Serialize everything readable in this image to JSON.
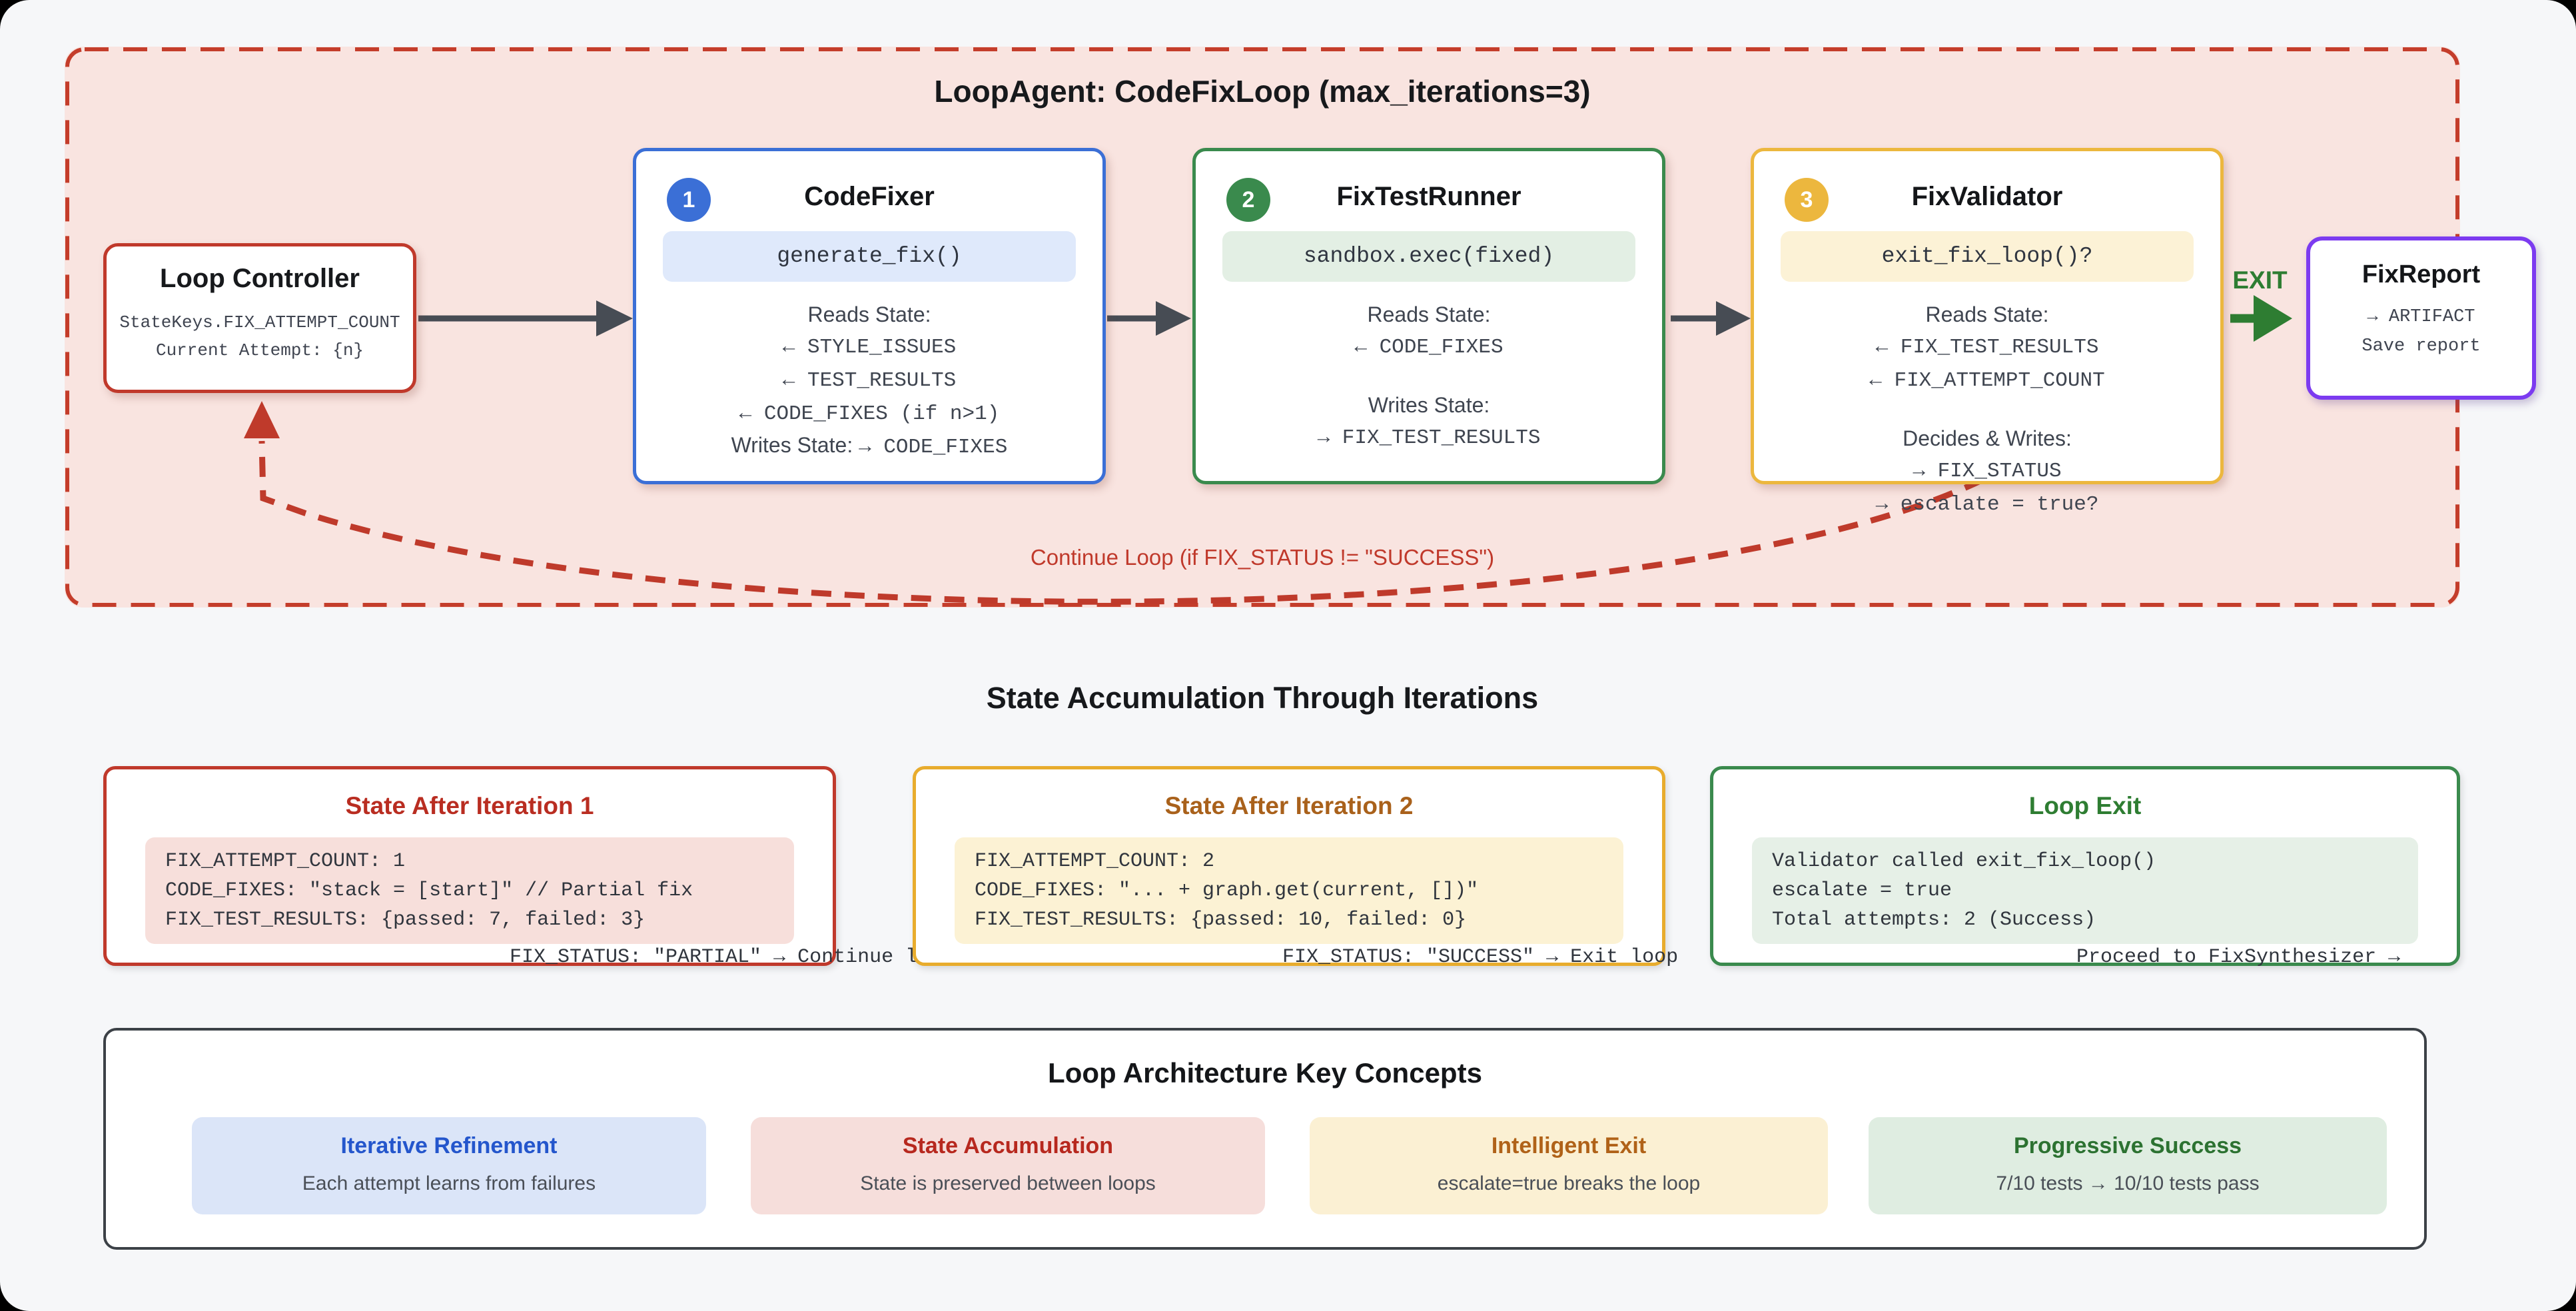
{
  "loop_container": {
    "title": "LoopAgent: CodeFixLoop (max_iterations=3)",
    "controller": {
      "title": "Loop Controller",
      "lines": [
        "StateKeys.FIX_ATTEMPT_COUNT",
        "Current Attempt: {n}"
      ]
    },
    "agents": [
      {
        "theme": "blue",
        "badge": "1",
        "title": "CodeFixer",
        "pill": "generate_fix()",
        "rows": [
          {
            "label": "Reads State:"
          },
          {
            "mono": "← STYLE_ISSUES"
          },
          {
            "mono": "← TEST_RESULTS"
          },
          {
            "mono": "← CODE_FIXES (if n>1)"
          },
          {
            "label": "Writes State:",
            "mono": "→ CODE_FIXES"
          }
        ]
      },
      {
        "theme": "green",
        "badge": "2",
        "title": "FixTestRunner",
        "pill": "sandbox.exec(fixed)",
        "rows": [
          {
            "label": "Reads State:"
          },
          {
            "mono": "← CODE_FIXES"
          },
          {
            "spacer": true
          },
          {
            "label": "Writes State:"
          },
          {
            "mono": "→ FIX_TEST_RESULTS"
          }
        ]
      },
      {
        "theme": "amber",
        "badge": "3",
        "title": "FixValidator",
        "pill": "exit_fix_loop()?",
        "rows": [
          {
            "label": "Reads State:"
          },
          {
            "mono": "← FIX_TEST_RESULTS"
          },
          {
            "mono": "← FIX_ATTEMPT_COUNT"
          },
          {
            "spacer": true
          },
          {
            "label": "Decides & Writes:"
          },
          {
            "mono": "→ FIX_STATUS"
          },
          {
            "mono": "→ escalate = true?"
          }
        ]
      }
    ],
    "exit_label": "EXIT",
    "report": {
      "title": "FixReport",
      "lines": [
        "→ ARTIFACT",
        "Save report"
      ]
    },
    "continue_label": "Continue Loop (if FIX_STATUS != \"SUCCESS\")"
  },
  "state_section": {
    "heading": "State Accumulation Through Iterations",
    "cards": [
      {
        "theme": "red",
        "title": "State After Iteration 1",
        "code": [
          "FIX_ATTEMPT_COUNT: 1",
          "CODE_FIXES: \"stack = [start]\" // Partial fix",
          "FIX_TEST_RESULTS: {passed: 7, failed: 3}"
        ],
        "tail": "FIX_STATUS: \"PARTIAL\" → Continue loop"
      },
      {
        "theme": "amber",
        "title": "State After Iteration 2",
        "code": [
          "FIX_ATTEMPT_COUNT: 2",
          "CODE_FIXES: \"... + graph.get(current, [])\"",
          "FIX_TEST_RESULTS: {passed: 10, failed: 0}"
        ],
        "tail": "FIX_STATUS: \"SUCCESS\" → Exit loop"
      },
      {
        "theme": "green",
        "title": "Loop Exit",
        "code": [
          "Validator called exit_fix_loop()",
          "escalate = true",
          "Total attempts: 2 (Success)"
        ],
        "tail": "Proceed to FixSynthesizer →"
      }
    ]
  },
  "concepts": {
    "title": "Loop Architecture Key Concepts",
    "tiles": [
      {
        "theme": "blue",
        "title": "Iterative Refinement",
        "subtitle": "Each attempt learns from failures"
      },
      {
        "theme": "red",
        "title": "State Accumulation",
        "subtitle": "State is preserved between loops"
      },
      {
        "theme": "amber",
        "title": "Intelligent Exit",
        "subtitle": "escalate=true breaks the loop"
      },
      {
        "theme": "green",
        "title": "Progressive Success",
        "subtitle": "7/10 tests → 10/10 tests pass"
      }
    ]
  },
  "colors": {
    "loop_border_red": "#c43d2b",
    "loop_bg_pink": "#f9e4e0",
    "blue": "#3b6fd6",
    "green": "#3a8a4d",
    "amber": "#ecb73e",
    "purple": "#7c3bf0",
    "red": "#c0392b",
    "arrow_gray": "#474c54",
    "exit_green": "#2e7d32"
  }
}
